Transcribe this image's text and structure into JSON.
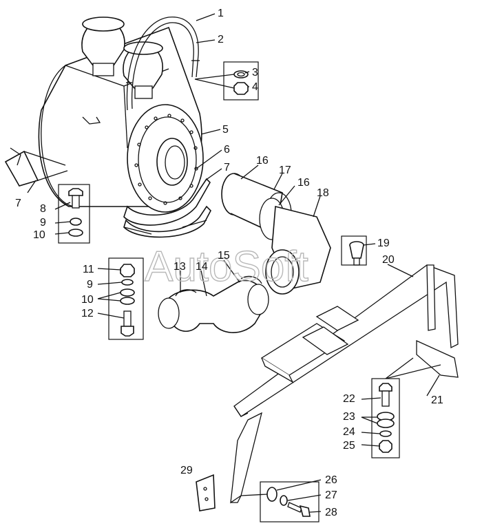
{
  "watermark": "AutoSoft",
  "callouts": [
    "1",
    "2",
    "3",
    "4",
    "5",
    "6",
    "7",
    "7",
    "8",
    "9",
    "10",
    "11",
    "9",
    "10",
    "12",
    "13",
    "14",
    "15",
    "16",
    "16",
    "17",
    "18",
    "19",
    "20",
    "21",
    "22",
    "23",
    "24",
    "25",
    "26",
    "27",
    "28",
    "29"
  ]
}
